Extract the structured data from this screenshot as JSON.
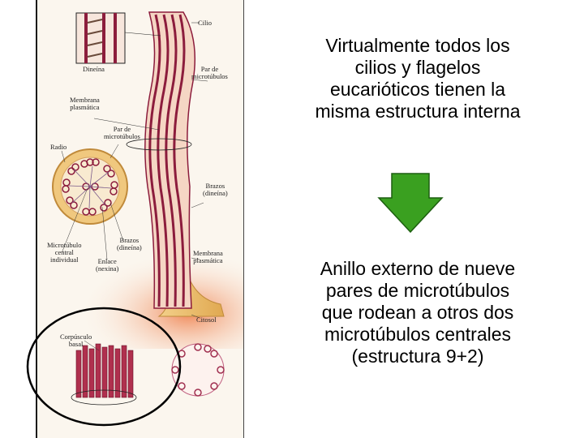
{
  "figure": {
    "labels": {
      "cilio": "Cilio",
      "dineina": "Dineína",
      "par_microtubulos_1": "Par de\nmicrotúbulos",
      "membrana_1": "Membrana\nplasmática",
      "par_microtubulos_2": "Par de\nmicrotúbulos",
      "radio": "Radio",
      "brazos_1": "Brazos\n(dineína)",
      "microtubulo_central": "Microtúbulo\ncentral\nindividual",
      "brazos_2": "Brazos\n(dineína)",
      "enlace": "Enlace\n(nexina)",
      "membrana_2": "Membrana\nplasmática",
      "citosol": "Citosol",
      "corpusculo": "Corpúsculo\nbasal"
    },
    "colors": {
      "cilium": "#8c1c3c",
      "membrane": "#e8b868",
      "cytosol": "#f2a070",
      "arrow": "#3aa020"
    }
  },
  "text": {
    "statement": "Virtualmente todos los\ncilios y flagelos\neucarióticos tienen la\nmisma estructura interna",
    "conclusion": "Anillo externo de nueve\npares de microtúbulos\nque rodean a otros dos\nmicrotúbulos centrales\n(estructura 9+2)"
  },
  "arrow": {
    "direction": "down",
    "icon": "green-down-arrow"
  }
}
